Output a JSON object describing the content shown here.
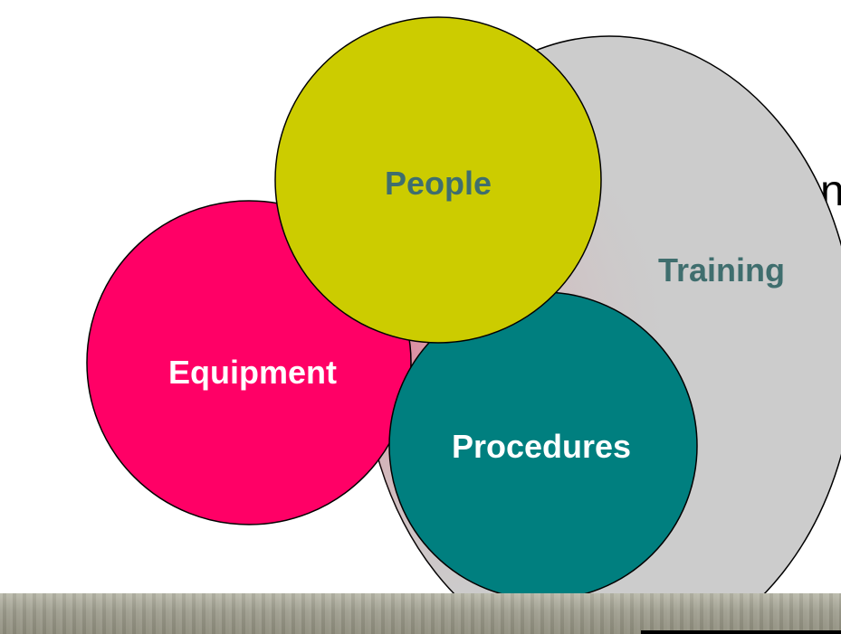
{
  "slide": {
    "partial_text": "n"
  },
  "diagram": {
    "outer_label": "Training",
    "circles": [
      {
        "label": "People",
        "color": "#cccc00",
        "label_color": "#3f6e6e"
      },
      {
        "label": "Equipment",
        "color": "#ff0066",
        "label_color": "#ffffff"
      },
      {
        "label": "Procedures",
        "color": "#007f7f",
        "label_color": "#ffffff"
      }
    ],
    "outer_color": "#cccccc",
    "outer_label_color": "#3f6e6e"
  }
}
